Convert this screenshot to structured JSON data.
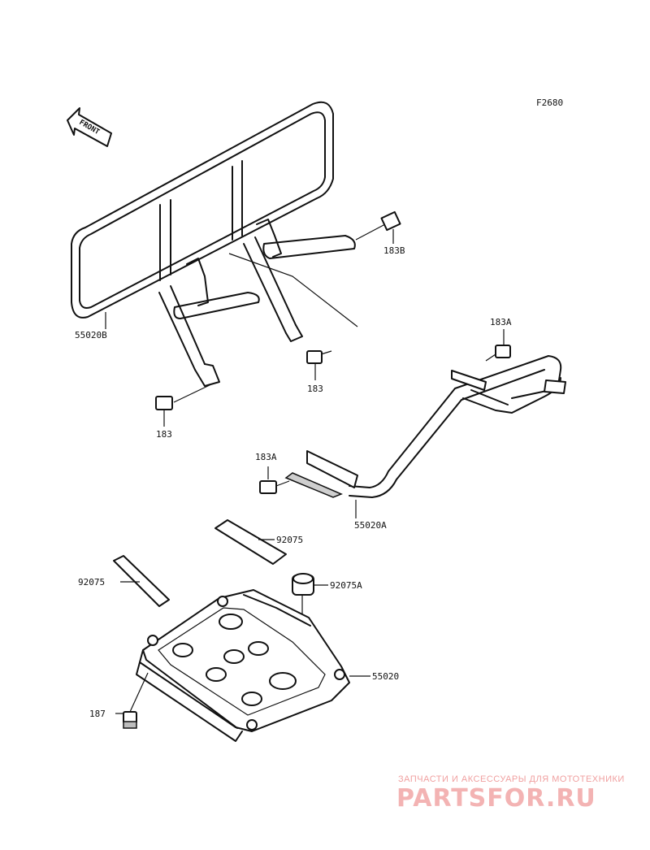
{
  "figure_code": "F2680",
  "front_label": "FRONT",
  "labels": {
    "rear_carrier": "55020B",
    "bolt_183B": "183B",
    "bolt_183_left": "183",
    "bolt_183_center": "183",
    "bolt_183A_top": "183A",
    "bolt_183A_mid": "183A",
    "front_guard": "55020A",
    "pad_92075_top": "92075",
    "pad_92075_left": "92075",
    "damper_92075A": "92075A",
    "skid_plate": "55020",
    "bolt_187": "187"
  },
  "watermark": {
    "tagline": "ЗАПЧАСТИ И АКСЕССУАРЫ ДЛЯ МОТОТЕХНИКИ",
    "brand": "PARTSFOR.RU"
  }
}
